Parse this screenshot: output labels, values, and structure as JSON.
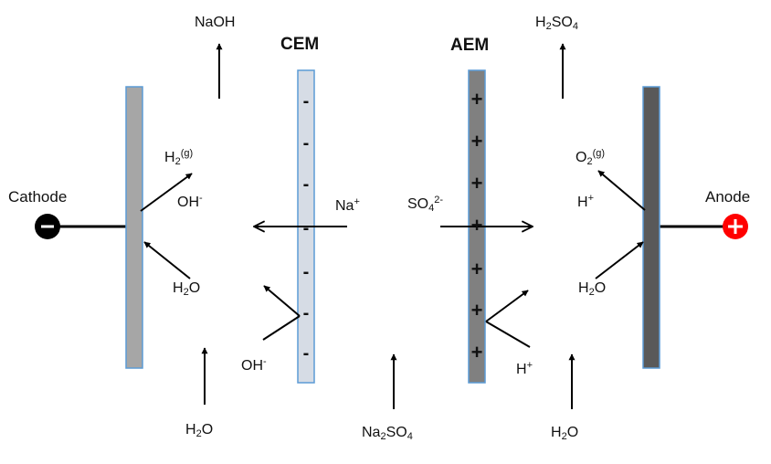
{
  "membranes": {
    "cem": {
      "label": "CEM",
      "charge": "-"
    },
    "aem": {
      "label": "AEM",
      "charge": "+"
    }
  },
  "electrodes": {
    "cathode": {
      "label": "Cathode",
      "terminal": "-"
    },
    "anode": {
      "label": "Anode",
      "terminal": "+"
    }
  },
  "species": {
    "naoh_out": "NaOH",
    "h2so4_out": {
      "base": "H",
      "sub1": "2",
      "mid": "SO",
      "sub2": "4"
    },
    "h2_gas": {
      "base": "H",
      "sub": "2",
      "sup": "(g)"
    },
    "o2_gas": {
      "base": "O",
      "sub": "2",
      "sup": "(g)"
    },
    "oh_cathode": {
      "base": "OH",
      "sup": "-"
    },
    "h2o_cathode": {
      "base": "H",
      "sub": "2",
      "tail": "O"
    },
    "oh_cem": {
      "base": "OH",
      "sup": "-"
    },
    "na_ion": {
      "base": "Na",
      "sup": "+"
    },
    "so4_ion": {
      "base": "SO",
      "sub": "4",
      "sup": "2-"
    },
    "h_anode": {
      "base": "H",
      "sup": "+"
    },
    "h2o_anode": {
      "base": "H",
      "sub": "2",
      "tail": "O"
    },
    "h_aem": {
      "base": "H",
      "sup": "+"
    },
    "h2o_in_left": {
      "base": "H",
      "sub": "2",
      "tail": "O"
    },
    "na2so4_in": {
      "base": "Na",
      "sub1": "2",
      "mid": "SO",
      "sub2": "4"
    },
    "h2o_in_right": {
      "base": "H",
      "sub": "2",
      "tail": "O"
    }
  },
  "colors": {
    "cathode_plate": "#a6a6a6",
    "anode_plate": "#595959",
    "plate_border": "#5b9bd5",
    "cem_fill": "#d6dce5",
    "aem_fill": "#808080",
    "anode_terminal": "#ff0000",
    "cathode_terminal": "#000000",
    "arrow": "#000000"
  }
}
